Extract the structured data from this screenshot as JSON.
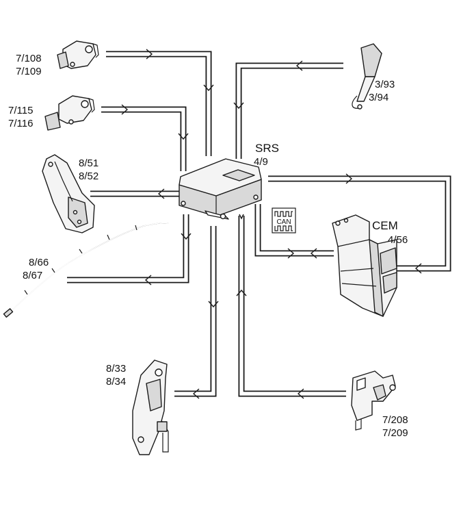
{
  "components": [
    {
      "id": "sensor-top-left",
      "labels": [
        "7/108",
        "7/109"
      ]
    },
    {
      "id": "sensor-mid-left",
      "labels": [
        "7/115",
        "7/116"
      ]
    },
    {
      "id": "side-airbag-seat",
      "labels": [
        "8/51",
        "8/52"
      ]
    },
    {
      "id": "curtain-airbag",
      "labels": [
        "8/66",
        "8/67"
      ]
    },
    {
      "id": "belt-pretensioner",
      "labels": [
        "8/33",
        "8/34"
      ]
    },
    {
      "id": "srs-module",
      "labels": [
        "SRS",
        "4/9"
      ]
    },
    {
      "id": "buckle-switch",
      "labels": [
        "3/93",
        "3/94"
      ]
    },
    {
      "id": "cem-module",
      "labels": [
        "CEM",
        "4/56"
      ]
    },
    {
      "id": "sensor-bottom-right",
      "labels": [
        "7/208",
        "7/209"
      ]
    }
  ],
  "can_badge": "CAN",
  "icons": {
    "can_bus": "can-bus-icon",
    "arrow": "flow-arrow-icon"
  }
}
